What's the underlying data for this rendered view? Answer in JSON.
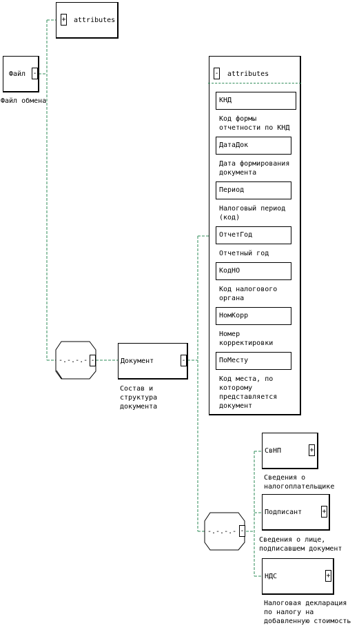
{
  "colors": {
    "connector": "#2e8b57",
    "stroke": "#000000"
  },
  "root": {
    "name": "Файл",
    "toggle": "-",
    "desc": "Файл обмена"
  },
  "root_attributes": {
    "label": "attributes",
    "toggle": "+"
  },
  "sequence_symbol": "-.-.-.-",
  "document": {
    "name": "Документ",
    "toggle": "-",
    "desc": "Состав и\nструктура\nдокумента",
    "attributes": {
      "label": "attributes",
      "toggle": "-",
      "items": [
        {
          "name": "КНД",
          "desc": "Код формы\nотчетности по КНД"
        },
        {
          "name": "ДатаДок",
          "desc": "Дата формирования\nдокумента"
        },
        {
          "name": "Период",
          "desc": "Налоговый период\n(код)"
        },
        {
          "name": "ОтчетГод",
          "desc": "Отчетный год"
        },
        {
          "name": "КодНО",
          "desc": "Код налогового\nоргана"
        },
        {
          "name": "НомКорр",
          "desc": "Номер\nкорректировки"
        },
        {
          "name": "ПоМесту",
          "desc": "Код места, по\nкоторому\nпредставляется\nдокумент"
        }
      ]
    },
    "children": [
      {
        "name": "СвНП",
        "toggle": "+",
        "desc": "Сведения о\nналогоплательщике"
      },
      {
        "name": "Подписант",
        "toggle": "+",
        "desc": "Сведения о лице,\nподписавшем документ"
      },
      {
        "name": "НДС",
        "toggle": "+",
        "desc": "Налоговая декларация\nпо налогу на\nдобавленную стоимость"
      }
    ]
  }
}
